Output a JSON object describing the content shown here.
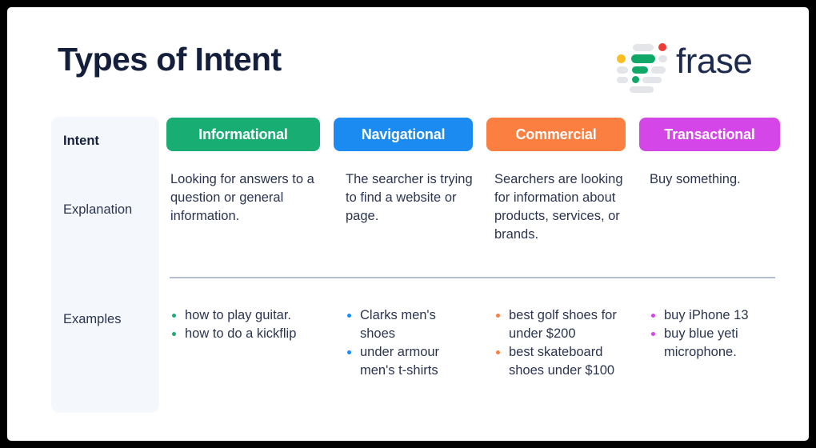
{
  "page": {
    "title": "Types of Intent",
    "frame_color": "#000000",
    "card_color": "#ffffff",
    "title_color": "#141f3c",
    "text_color": "#2b3550",
    "rail_color": "#f4f8fd",
    "divider_color": "#b4bdd2"
  },
  "logo": {
    "wordmark": "frase",
    "wordmark_color": "#1c2a4e",
    "mark_name": "frase-logo-mark",
    "mark_colors": {
      "gray": "#e3e5e8",
      "green": "#10a868",
      "yellow": "#fbbf24",
      "red": "#ef3b36"
    }
  },
  "rail": {
    "heading": "Intent",
    "rows": [
      {
        "label": "Explanation"
      },
      {
        "label": "Examples"
      }
    ]
  },
  "columns": [
    {
      "badge": "Informational",
      "color": "#18ad72",
      "explanation": "Looking for answers to a question or general information.",
      "examples": [
        "how to play guitar.",
        "how to do a kickflip"
      ]
    },
    {
      "badge": "Navigational",
      "color": "#1b8bf2",
      "explanation": "The searcher is trying to find a website or page.",
      "examples": [
        "Clarks men's shoes",
        "under armour men's t-shirts"
      ]
    },
    {
      "badge": "Commercial",
      "color": "#fa7f41",
      "explanation": "Searchers are looking for information about products, services, or brands.",
      "examples": [
        "best golf shoes for under $200",
        "best skateboard shoes under $100"
      ]
    },
    {
      "badge": "Transactional",
      "color": "#d446e8",
      "explanation": "Buy something.",
      "examples": [
        "buy iPhone 13",
        "buy blue yeti microphone."
      ]
    }
  ]
}
